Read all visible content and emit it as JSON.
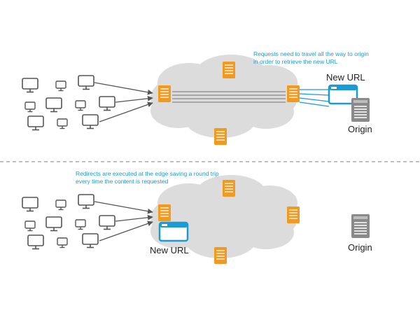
{
  "top_scenario": {
    "note": "Requests need to travel all the way to origin in order to retrieve the new URL",
    "new_url_label": "New URL",
    "origin_label": "Origin"
  },
  "bottom_scenario": {
    "note": "Redirects are executed at the edge saving a round trip every time the content is requested",
    "new_url_label": "New URL",
    "origin_label": "Origin"
  },
  "colors": {
    "server": "#f39a1e",
    "cloud": "#dcdcdc",
    "browser_accent": "#1a9ad6",
    "origin_server": "#8a8a8a",
    "divider": "#9a9a9a"
  },
  "icons": [
    "monitor-icon",
    "edge-server-icon",
    "browser-window-icon",
    "origin-server-icon"
  ]
}
